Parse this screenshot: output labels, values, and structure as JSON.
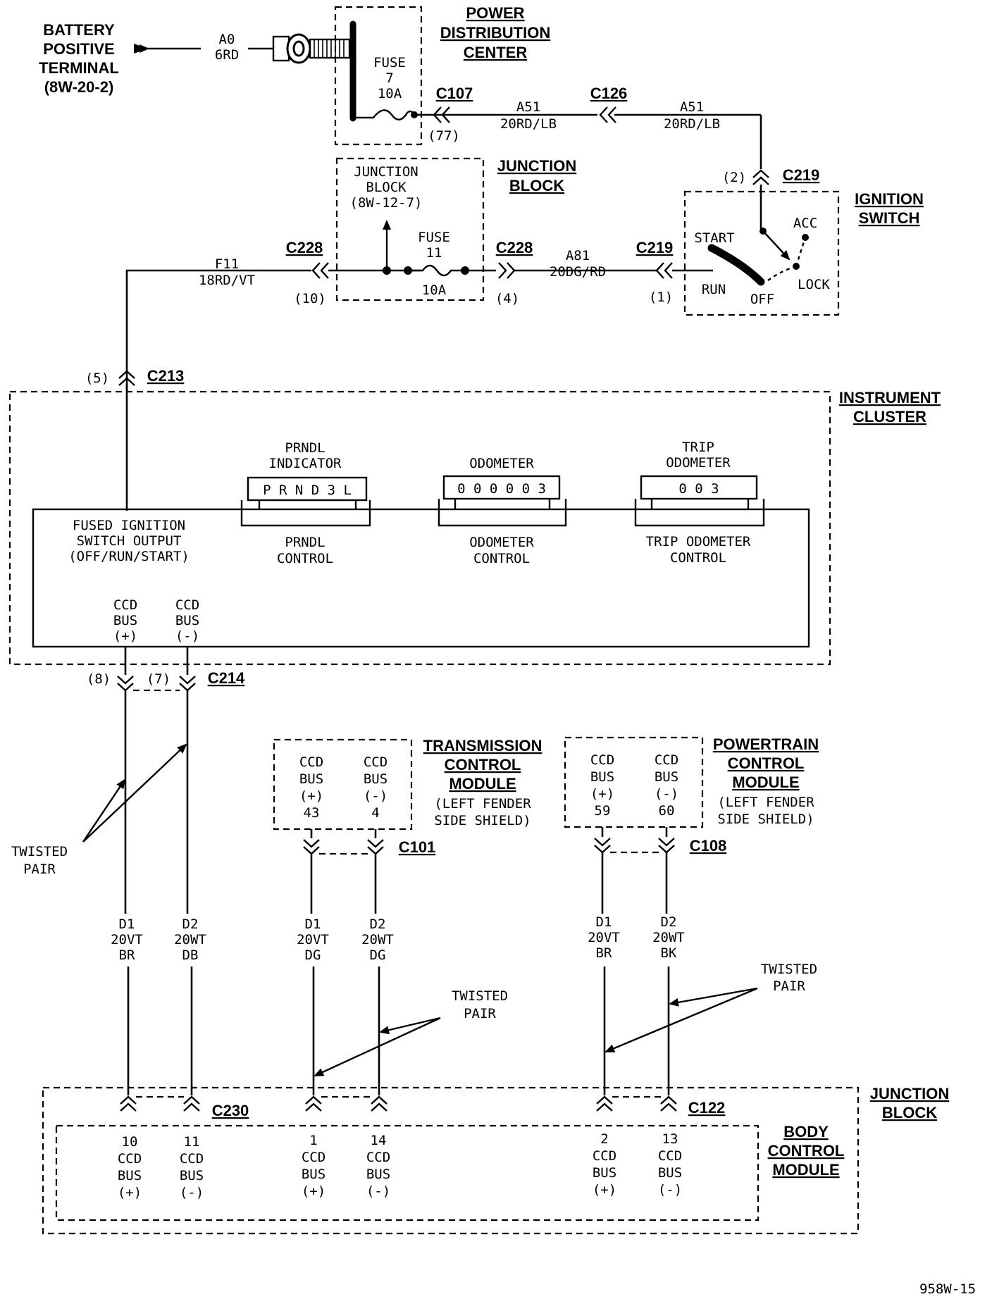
{
  "battery": {
    "l1": "BATTERY",
    "l2": "POSITIVE",
    "l3": "TERMINAL",
    "ref": "(8W-20-2)"
  },
  "wire_a0": {
    "circuit": "A0",
    "gauge": "6RD"
  },
  "pdc": {
    "l1": "POWER",
    "l2": "DISTRIBUTION",
    "l3": "CENTER",
    "fuse": "FUSE",
    "fuse_no": "7",
    "amps": "10A"
  },
  "c107": {
    "name": "C107",
    "pin": "(77)"
  },
  "wire_a51_left": {
    "circuit": "A51",
    "gauge": "20RD/LB"
  },
  "c126": {
    "name": "C126"
  },
  "wire_a51_right": {
    "circuit": "A51",
    "gauge": "20RD/LB"
  },
  "c219_top": {
    "name": "C219",
    "pin": "(2)"
  },
  "ign": {
    "l1": "IGNITION",
    "l2": "SWITCH",
    "start": "START",
    "run": "RUN",
    "off": "OFF",
    "acc": "ACC",
    "lock": "LOCK"
  },
  "jb_top": {
    "l1": "JUNCTION",
    "l2": "BLOCK",
    "inner1": "JUNCTION",
    "inner2": "BLOCK",
    "ref": "(8W-12-7)",
    "fuse": "FUSE",
    "fuse_no": "11",
    "amps": "10A"
  },
  "c228_left": {
    "name": "C228",
    "pin": "(10)"
  },
  "c228_right": {
    "name": "C228",
    "pin": "(4)"
  },
  "wire_f11": {
    "circuit": "F11",
    "gauge": "18RD/VT"
  },
  "wire_a81": {
    "circuit": "A81",
    "gauge": "20DG/RD"
  },
  "c219_mid": {
    "name": "C219",
    "pin": "(1)"
  },
  "c213": {
    "name": "C213",
    "pin": "(5)"
  },
  "cluster": {
    "l1": "INSTRUMENT",
    "l2": "CLUSTER",
    "fused1": "FUSED IGNITION",
    "fused2": "SWITCH OUTPUT",
    "fused3": "(OFF/RUN/START)",
    "prndl_title1": "PRNDL",
    "prndl_title2": "INDICATOR",
    "prndl_display": "P R N D 3 L",
    "prndl_ctrl1": "PRNDL",
    "prndl_ctrl2": "CONTROL",
    "odo_title": "ODOMETER",
    "odo_display": "0 0 0 0 0 3",
    "odo_ctrl1": "ODOMETER",
    "odo_ctrl2": "CONTROL",
    "trip_title1": "TRIP",
    "trip_title2": "ODOMETER",
    "trip_display": "0 0 3",
    "trip_ctrl1": "TRIP ODOMETER",
    "trip_ctrl2": "CONTROL",
    "ccd": "CCD",
    "bus": "BUS",
    "plus": "(+)",
    "minus": "(-)"
  },
  "c214": {
    "name": "C214",
    "pin_a": "(8)",
    "pin_b": "(7)"
  },
  "twisted_left": {
    "l1": "TWISTED",
    "l2": "PAIR"
  },
  "tcm": {
    "l1": "TRANSMISSION",
    "l2": "CONTROL",
    "l3": "MODULE",
    "loc1": "(LEFT FENDER",
    "loc2": "SIDE SHIELD)",
    "ccd": "CCD",
    "bus": "BUS",
    "plus": "(+)",
    "minus": "(-)",
    "pin_plus": "43",
    "pin_minus": "4"
  },
  "c101": {
    "name": "C101"
  },
  "pcm": {
    "l1": "POWERTRAIN",
    "l2": "CONTROL",
    "l3": "MODULE",
    "loc1": "(LEFT FENDER",
    "loc2": "SIDE SHIELD)",
    "ccd": "CCD",
    "bus": "BUS",
    "plus": "(+)",
    "minus": "(-)",
    "pin_plus": "59",
    "pin_minus": "60"
  },
  "c108": {
    "name": "C108"
  },
  "wires_bottom": [
    {
      "circuit": "D1",
      "gauge": "20VT",
      "color": "BR"
    },
    {
      "circuit": "D2",
      "gauge": "20WT",
      "color": "DB"
    },
    {
      "circuit": "D1",
      "gauge": "20VT",
      "color": "DG"
    },
    {
      "circuit": "D2",
      "gauge": "20WT",
      "color": "DG"
    },
    {
      "circuit": "D1",
      "gauge": "20VT",
      "color": "BR"
    },
    {
      "circuit": "D2",
      "gauge": "20WT",
      "color": "BK"
    }
  ],
  "twisted_mid": {
    "l1": "TWISTED",
    "l2": "PAIR"
  },
  "twisted_right": {
    "l1": "TWISTED",
    "l2": "PAIR"
  },
  "c230": {
    "name": "C230"
  },
  "c122": {
    "name": "C122"
  },
  "jb_bottom": {
    "l1": "JUNCTION",
    "l2": "BLOCK"
  },
  "bcm": {
    "l1": "BODY",
    "l2": "CONTROL",
    "l3": "MODULE",
    "ccd": "CCD",
    "bus": "BUS",
    "plus": "(+)",
    "minus": "(-)",
    "pins": [
      "10",
      "11",
      "1",
      "14",
      "2",
      "13"
    ]
  },
  "figure_id": "958W-15"
}
